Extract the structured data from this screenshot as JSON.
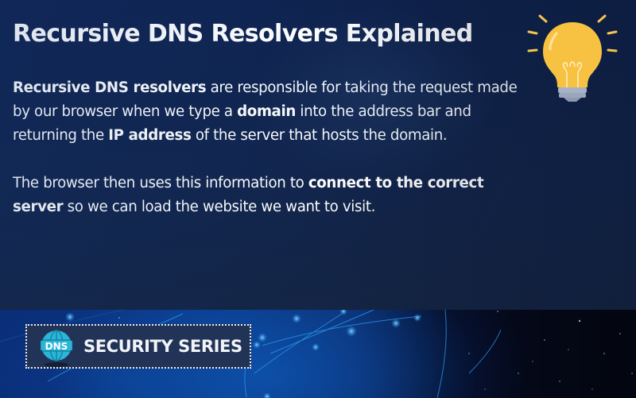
{
  "header": {
    "title": "Recursive DNS Resolvers Explained"
  },
  "content": {
    "paragraph1": [
      {
        "text": "Recursive DNS resolvers",
        "bold": true
      },
      {
        "text": " are responsible for taking the request made by our browser when we type a ",
        "bold": false
      },
      {
        "text": "domain",
        "bold": true
      },
      {
        "text": " into the address bar and returning the ",
        "bold": false
      },
      {
        "text": "IP address",
        "bold": true
      },
      {
        "text": " of the server that hosts the domain.",
        "bold": false
      }
    ],
    "paragraph2": [
      {
        "text": "The browser then uses this information to ",
        "bold": false
      },
      {
        "text": "connect to the correct server",
        "bold": true
      },
      {
        "text": " so we can load the website we want to visit.",
        "bold": false
      }
    ]
  },
  "illustration": {
    "icon": "lightbulb-icon",
    "bulb_color": "#f7c242",
    "base_color": "#a6b1c6"
  },
  "badge": {
    "icon": "dns-globe-icon",
    "icon_text": "DNS",
    "label": "SECURITY SERIES",
    "globe_color": "#2bb5d6"
  },
  "colors": {
    "panel_bg": "#12254b",
    "badge_bg": "#223358",
    "text": "#ffffff",
    "accent_glow": "#1e88e5"
  }
}
